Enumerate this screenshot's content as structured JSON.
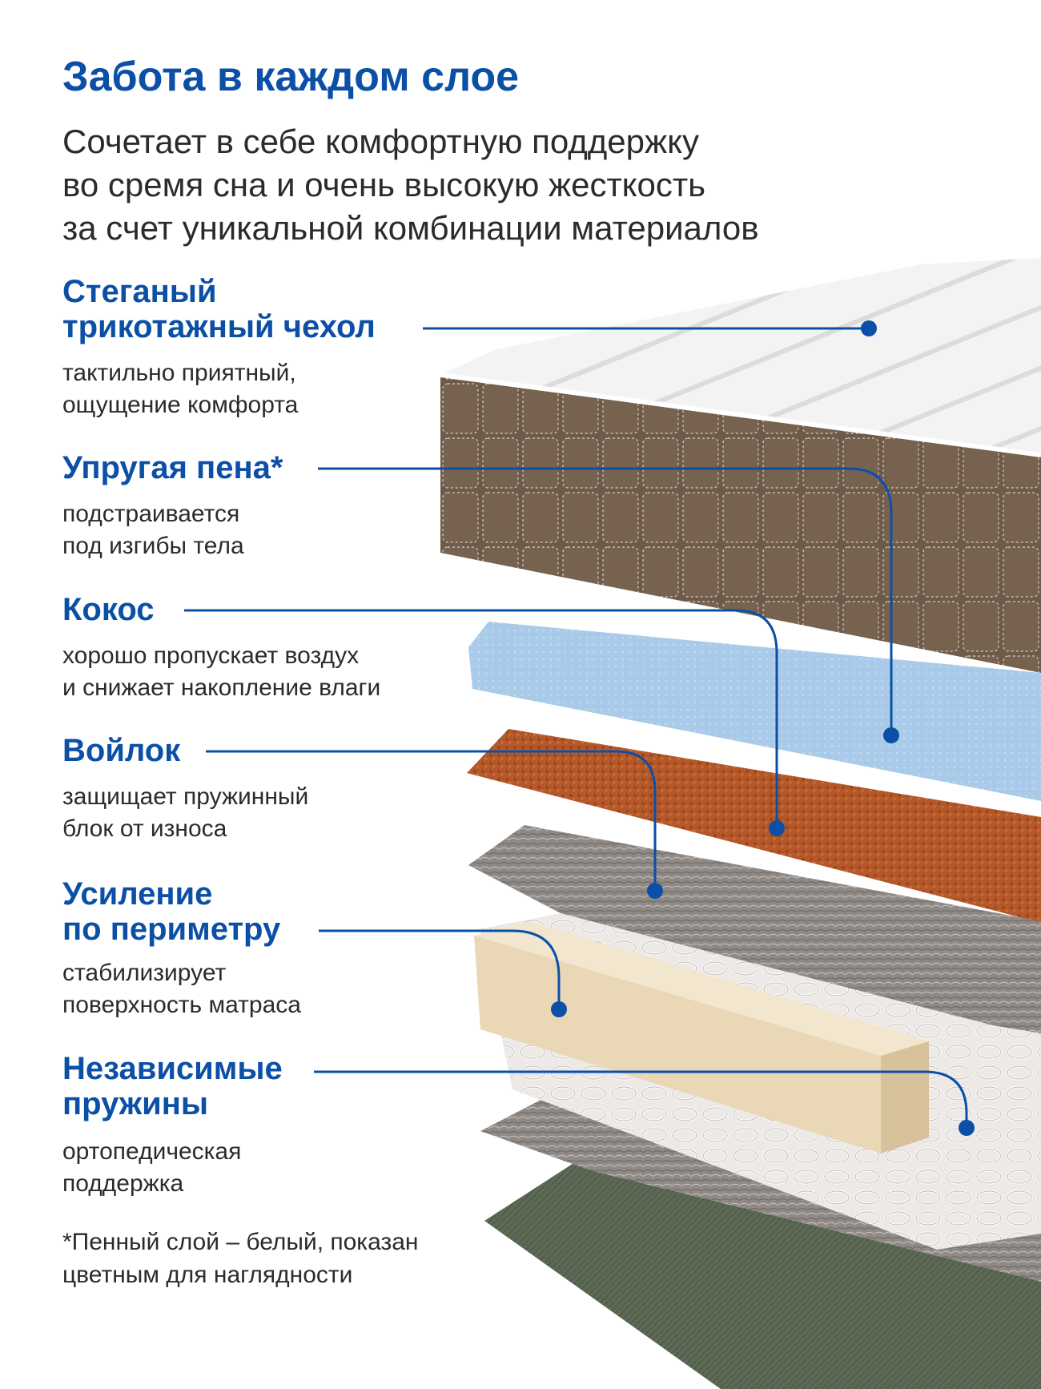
{
  "title": "Забота в каждом слое",
  "subtitle": [
    "Сочетает в себе комфортную поддержку",
    "во сремя сна и очень высокую жесткость",
    "за счет уникальной комбинации материалов"
  ],
  "layers": [
    {
      "title": [
        "Стеганый",
        "трикотажный чехол"
      ],
      "description": [
        "тактильно приятный,",
        "ощущение комфорта"
      ]
    },
    {
      "title": [
        "Упругая пена*"
      ],
      "description": [
        "подстраивается",
        "под изгибы тела"
      ]
    },
    {
      "title": [
        "Кокос"
      ],
      "description": [
        "хорошо пропускает воздух",
        "и снижает накопление влаги"
      ]
    },
    {
      "title": [
        "Войлок"
      ],
      "description": [
        "защищает пружинный",
        "блок от износа"
      ]
    },
    {
      "title": [
        "Усиление",
        "по периметру"
      ],
      "description": [
        "стабилизирует",
        "поверхность матраса"
      ]
    },
    {
      "title": [
        "Независимые",
        "пружины"
      ],
      "description": [
        "ортопедическая",
        "поддержка"
      ]
    }
  ],
  "footnote": [
    "*Пенный слой – белый, показан",
    "цветным для наглядности"
  ],
  "colors": {
    "accent": "#0b4fa6",
    "text": "#2b2b2b",
    "cover_top": "#f2f2f2",
    "cover_side": "#6e5a4b",
    "foam": "#a9cbe9",
    "coconut": "#b4582a",
    "felt": "#8f8a86",
    "perimeter": "#ecdcc0",
    "base": "#5c6a55"
  }
}
